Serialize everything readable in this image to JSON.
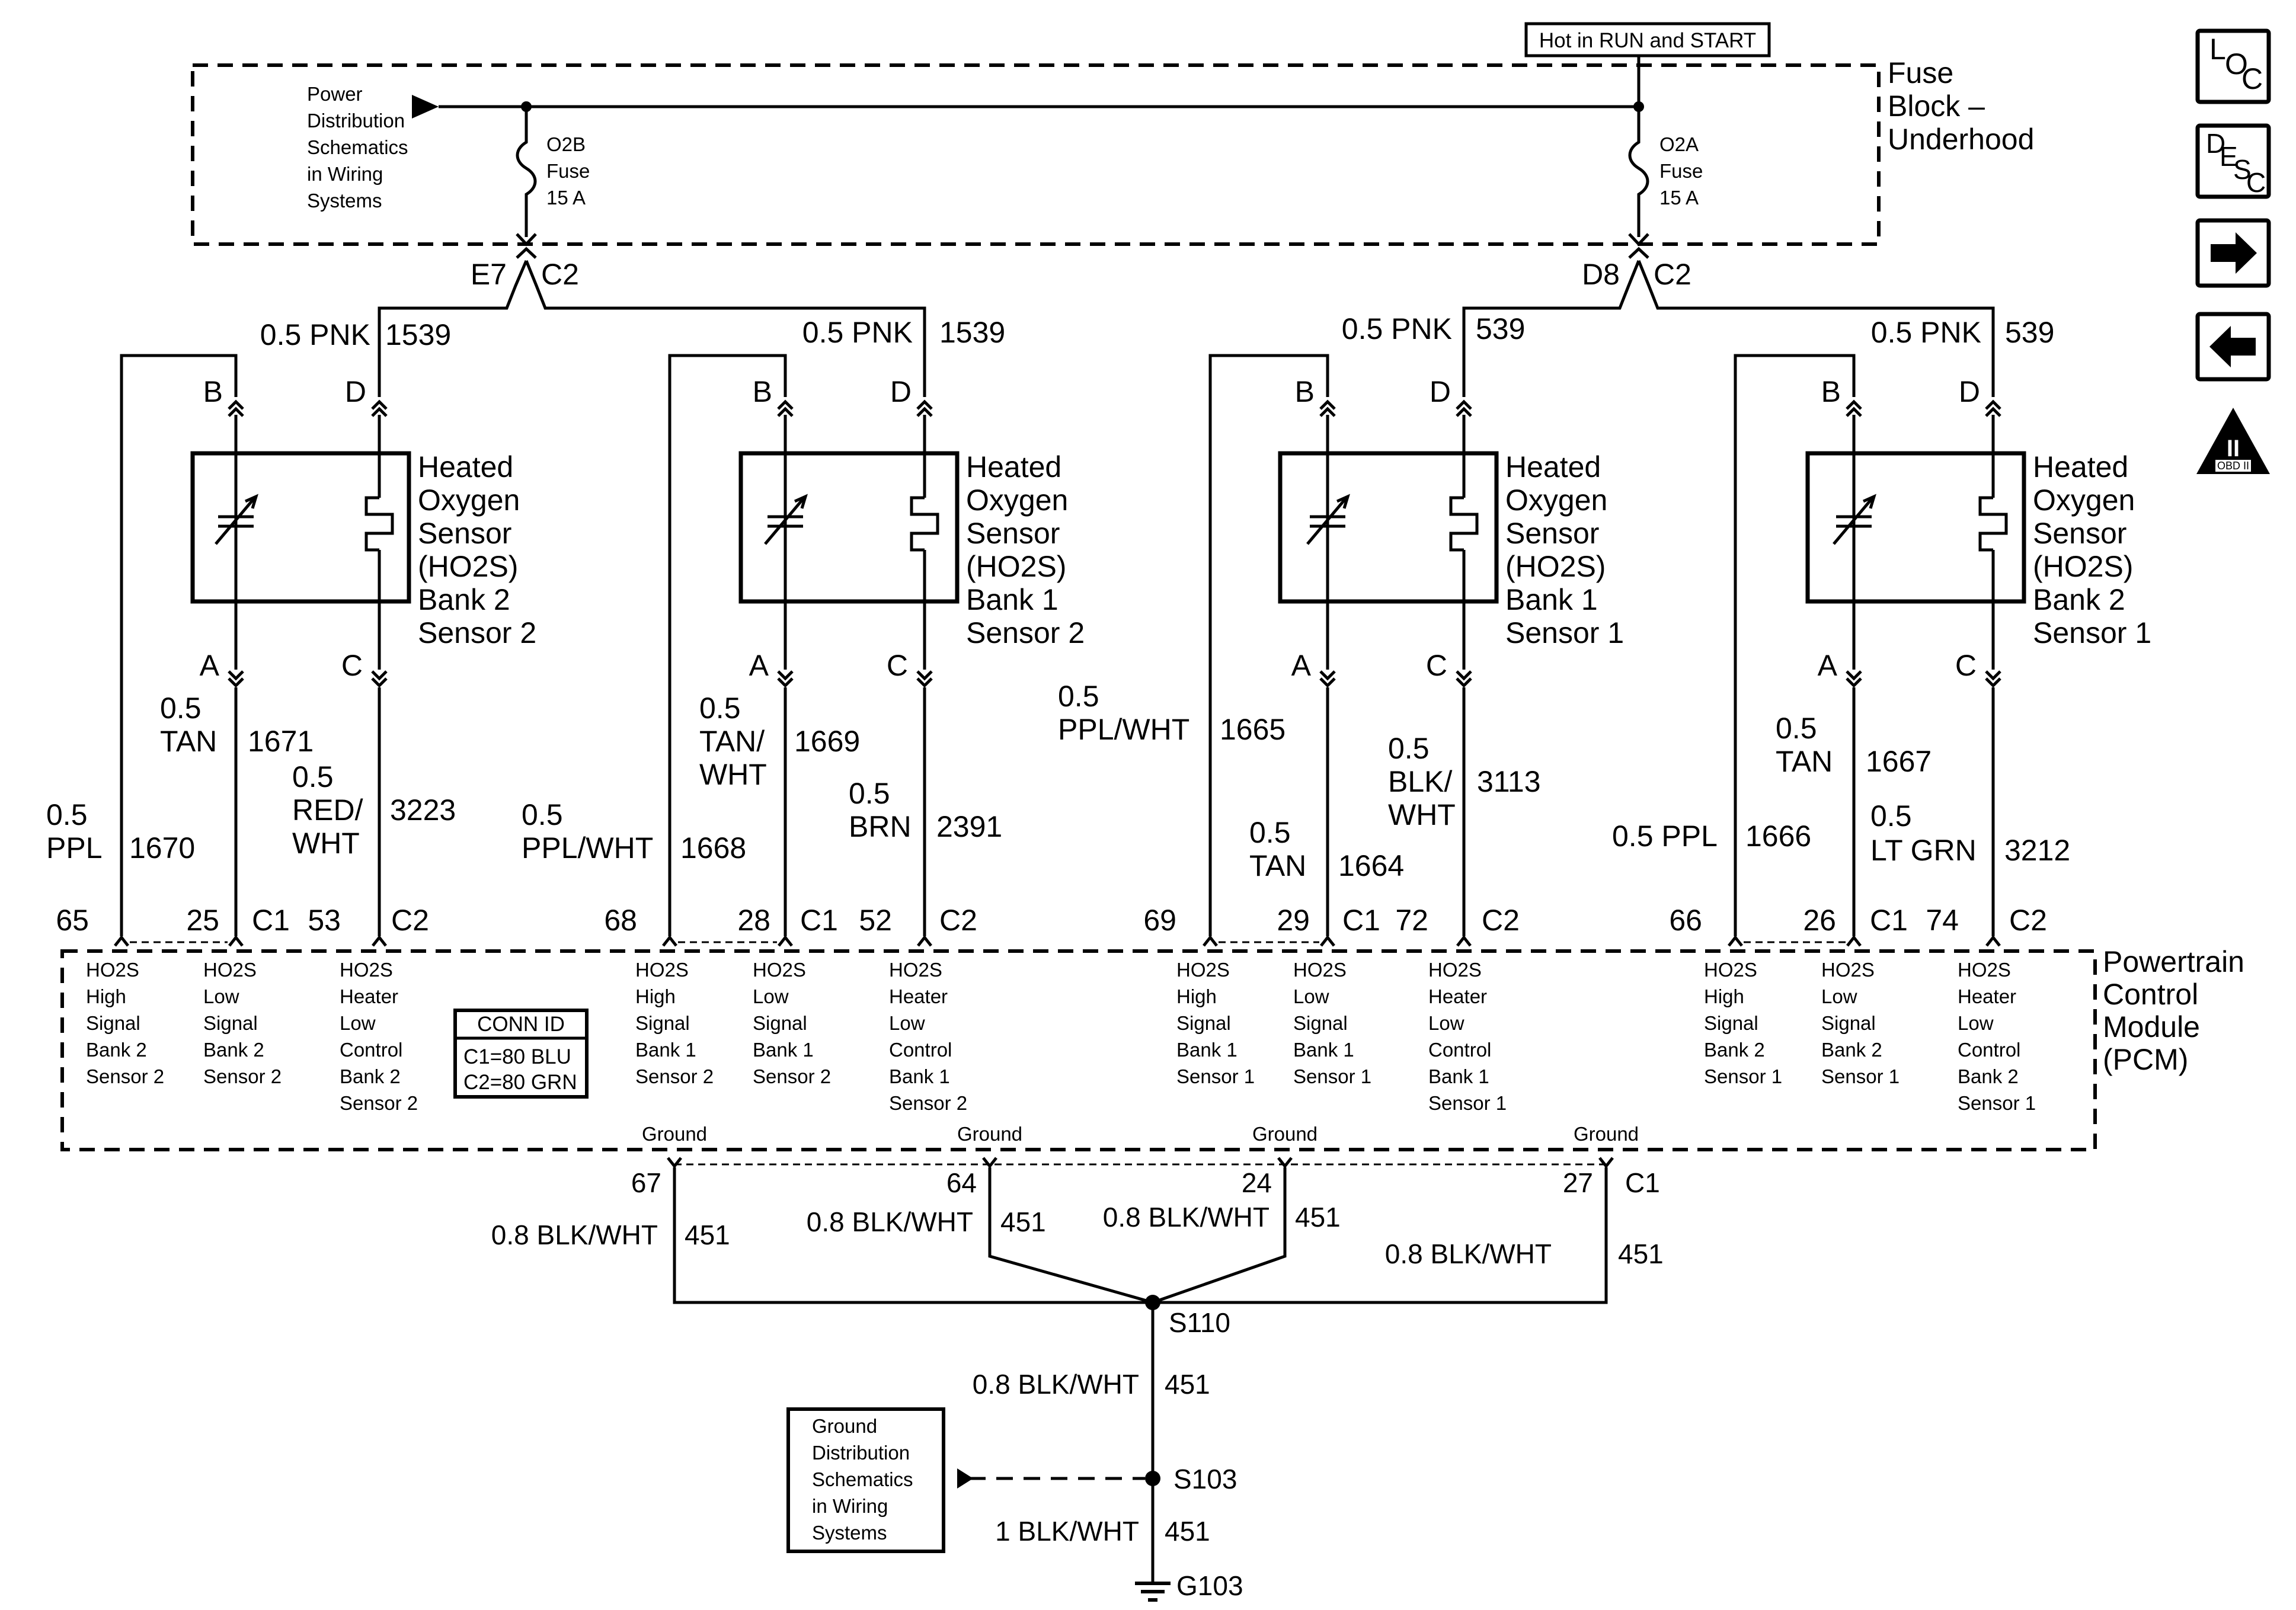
{
  "header": {
    "hot_label": "Hot in RUN and START"
  },
  "fuse_block": {
    "title_lines": [
      "Fuse",
      "Block –",
      "Underhood"
    ],
    "power_ref_lines": [
      "Power",
      "Distribution",
      "Schematics",
      "in Wiring",
      "Systems"
    ],
    "fuses": [
      {
        "lines": [
          "O2B",
          "Fuse",
          "15 A"
        ],
        "connector": "E7",
        "cavity": "C2"
      },
      {
        "lines": [
          "O2A",
          "Fuse",
          "15 A"
        ],
        "connector": "D8",
        "cavity": "C2"
      }
    ]
  },
  "sensor_label_lines_top": [
    "Heated",
    "Oxygen",
    "Sensor",
    "(HO2S)"
  ],
  "sensors": [
    {
      "bank_lines": [
        "Bank 2",
        "Sensor 2"
      ],
      "pins": {
        "top_left": "B",
        "top_right": "D",
        "bottom_left": "A",
        "bottom_right": "C"
      },
      "supply": {
        "wire": "0.5 PNK",
        "circuit": "1539"
      },
      "high": {
        "wire": [
          "0.5",
          "PPL"
        ],
        "circuit": "1670",
        "pin": "65"
      },
      "low": {
        "wire": [
          "0.5",
          "TAN"
        ],
        "circuit": "1671",
        "pin": "25",
        "conn": "C1"
      },
      "heater": {
        "wire": [
          "0.5",
          "RED/",
          "WHT"
        ],
        "circuit": "3223",
        "pin": "53",
        "conn": "C2"
      }
    },
    {
      "bank_lines": [
        "Bank 1",
        "Sensor 2"
      ],
      "pins": {
        "top_left": "B",
        "top_right": "D",
        "bottom_left": "A",
        "bottom_right": "C"
      },
      "supply": {
        "wire": "0.5 PNK",
        "circuit": "1539"
      },
      "high": {
        "wire": [
          "0.5",
          "PPL/WHT"
        ],
        "circuit": "1668",
        "pin": "68"
      },
      "low": {
        "wire": [
          "0.5",
          "TAN/",
          "WHT"
        ],
        "circuit": "1669",
        "pin": "28",
        "conn": "C1"
      },
      "heater": {
        "wire": [
          "0.5",
          "BRN"
        ],
        "circuit": "2391",
        "pin": "52",
        "conn": "C2"
      }
    },
    {
      "bank_lines": [
        "Bank 1",
        "Sensor 1"
      ],
      "pins": {
        "top_left": "B",
        "top_right": "D",
        "bottom_left": "A",
        "bottom_right": "C"
      },
      "supply": {
        "wire": "0.5 PNK",
        "circuit": "539"
      },
      "high": {
        "wire": [
          "0.5",
          "PPL/WHT"
        ],
        "circuit": "1665",
        "pin": "69"
      },
      "low": {
        "wire": [
          "0.5",
          "TAN"
        ],
        "circuit": "1664",
        "pin": "29",
        "conn": "C1"
      },
      "heater": {
        "wire": [
          "0.5",
          "BLK/",
          "WHT"
        ],
        "circuit": "3113",
        "pin": "72",
        "conn": "C2"
      }
    },
    {
      "bank_lines": [
        "Bank 2",
        "Sensor 1"
      ],
      "pins": {
        "top_left": "B",
        "top_right": "D",
        "bottom_left": "A",
        "bottom_right": "C"
      },
      "supply": {
        "wire": "0.5 PNK",
        "circuit": "539"
      },
      "high": {
        "wire": [
          "0.5 PPL"
        ],
        "circuit": "1666",
        "pin": "66"
      },
      "low": {
        "wire": [
          "0.5",
          "TAN"
        ],
        "circuit": "1667",
        "pin": "26",
        "conn": "C1"
      },
      "heater": {
        "wire": [
          "0.5",
          "LT GRN"
        ],
        "circuit": "3212",
        "pin": "74",
        "conn": "C2"
      }
    }
  ],
  "pcm": {
    "title_lines": [
      "Powertrain",
      "Control",
      "Module",
      "(PCM)"
    ],
    "conn_id": {
      "title": "CONN ID",
      "lines": [
        "C1=80 BLU",
        "C2=80 GRN"
      ]
    },
    "terminals": [
      [
        "HO2S",
        "High",
        "Signal",
        "Bank 2",
        "Sensor 2"
      ],
      [
        "HO2S",
        "Low",
        "Signal",
        "Bank 2",
        "Sensor 2"
      ],
      [
        "HO2S",
        "Heater",
        "Low",
        "Control",
        "Bank 2",
        "Sensor 2"
      ],
      [
        "HO2S",
        "High",
        "Signal",
        "Bank 1",
        "Sensor 2"
      ],
      [
        "HO2S",
        "Low",
        "Signal",
        "Bank 1",
        "Sensor 2"
      ],
      [
        "HO2S",
        "Heater",
        "Low",
        "Control",
        "Bank 1",
        "Sensor 2"
      ],
      [
        "HO2S",
        "High",
        "Signal",
        "Bank 1",
        "Sensor 1"
      ],
      [
        "HO2S",
        "Low",
        "Signal",
        "Bank 1",
        "Sensor 1"
      ],
      [
        "HO2S",
        "Heater",
        "Low",
        "Control",
        "Bank 1",
        "Sensor 1"
      ],
      [
        "HO2S",
        "High",
        "Signal",
        "Bank 2",
        "Sensor 1"
      ],
      [
        "HO2S",
        "Low",
        "Signal",
        "Bank 2",
        "Sensor 1"
      ],
      [
        "HO2S",
        "Heater",
        "Low",
        "Control",
        "Bank 2",
        "Sensor 1"
      ]
    ],
    "grounds": [
      {
        "label": "Ground",
        "pin": "67",
        "wire": "0.8 BLK/WHT",
        "circuit": "451"
      },
      {
        "label": "Ground",
        "pin": "64",
        "wire": "0.8 BLK/WHT",
        "circuit": "451"
      },
      {
        "label": "Ground",
        "pin": "24",
        "wire": "0.8 BLK/WHT",
        "circuit": "451"
      },
      {
        "label": "Ground",
        "pin": "27",
        "wire": "0.8 BLK/WHT",
        "circuit": "451"
      }
    ],
    "ground_conn": "C1"
  },
  "ground_path": {
    "splice1": "S110",
    "mid_wire": "0.8 BLK/WHT",
    "mid_circuit": "451",
    "splice2": "S103",
    "ref_lines": [
      "Ground",
      "Distribution",
      "Schematics",
      "in Wiring",
      "Systems"
    ],
    "final_wire": "1 BLK/WHT",
    "final_circuit": "451",
    "ground_point": "G103"
  },
  "side_icons": [
    {
      "name": "loc-icon",
      "glyphs": [
        "L",
        "O",
        "C"
      ]
    },
    {
      "name": "desc-icon",
      "glyphs": [
        "D",
        "E",
        "S",
        "C"
      ]
    },
    {
      "name": "arrow-right-icon"
    },
    {
      "name": "arrow-left-icon"
    },
    {
      "name": "obd-ii-icon",
      "glyphs": [
        "II",
        "OBD II"
      ]
    }
  ]
}
